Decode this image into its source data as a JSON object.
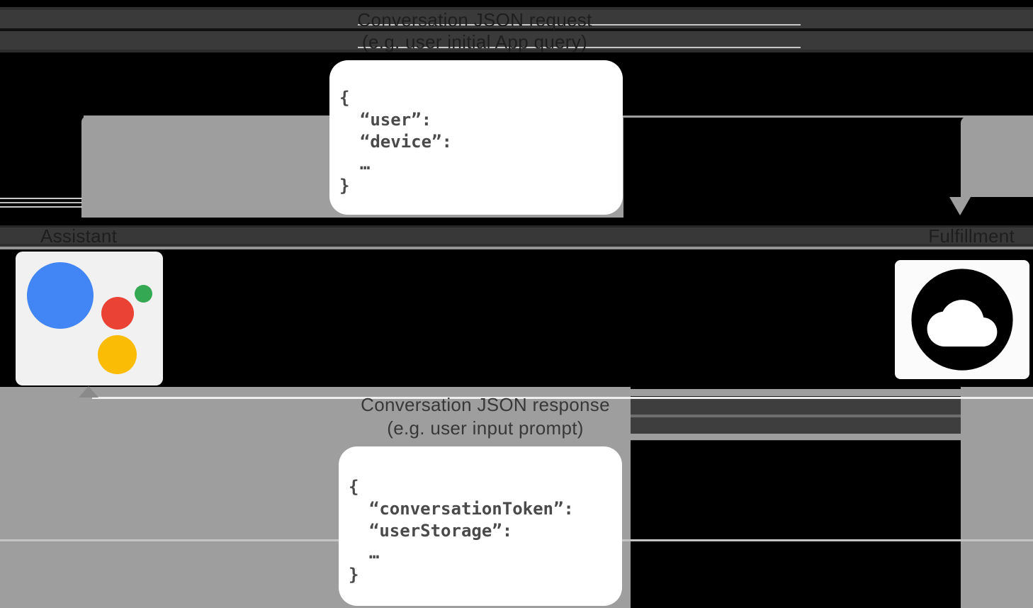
{
  "arrows": {
    "request": {
      "label": "Conversation JSON request",
      "sublabel": "(e.g. user initial App query)",
      "direction": "assistant-to-fulfillment",
      "code": [
        "{",
        "  “user”:",
        "  “device”:",
        "  …",
        "}"
      ]
    },
    "response": {
      "label": "Conversation JSON response",
      "sublabel": "(e.g. user input prompt)",
      "direction": "fulfillment-to-assistant",
      "code": [
        "{",
        "  “conversationToken”:",
        "  “userStorage”:",
        "  …",
        "}"
      ]
    }
  },
  "nodes": {
    "assistant": {
      "label": "Assistant",
      "icon": "google-assistant-logo"
    },
    "fulfillment": {
      "label": "Fulfillment",
      "icon": "cloud-icon"
    }
  },
  "colors": {
    "background": "#000000",
    "arrow_gray": "#9e9e9e",
    "box_white": "#ffffff",
    "code_text": "#4a4a4a",
    "assistant_blue": "#4285F4",
    "assistant_red": "#EA4335",
    "assistant_green": "#34A853",
    "assistant_yellow": "#FBBC05"
  }
}
